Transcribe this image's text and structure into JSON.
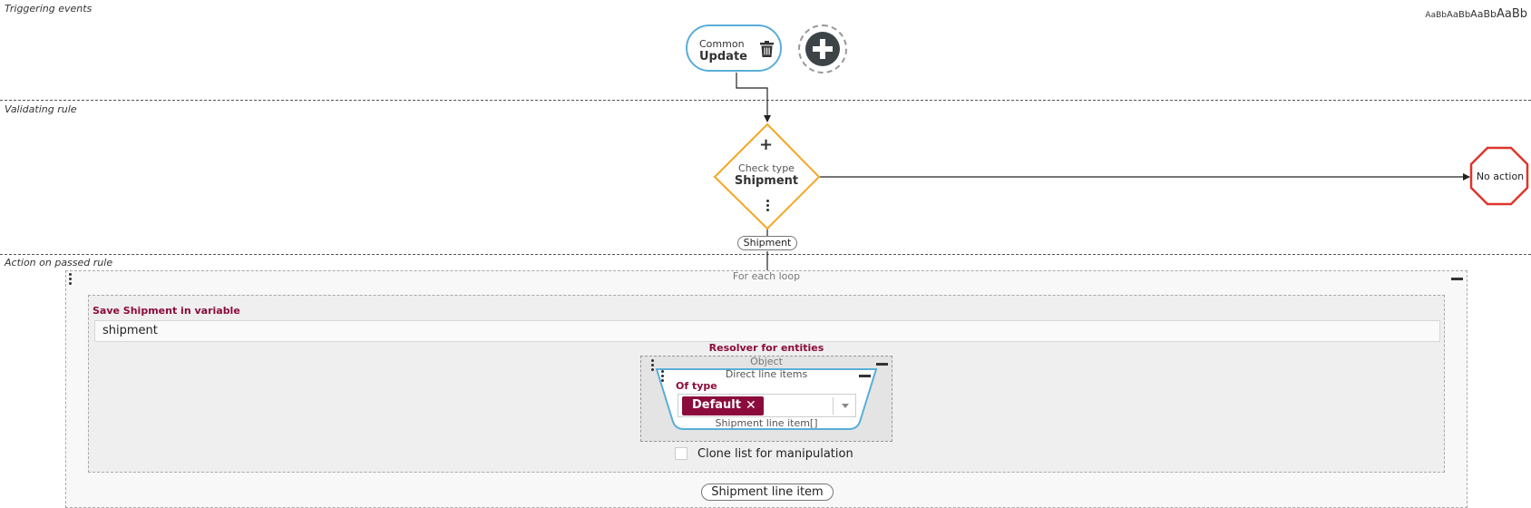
{
  "sections": {
    "triggering": "Triggering events",
    "validating": "Validating rule",
    "action": "Action on passed rule"
  },
  "font_size_samples": [
    "AaBb",
    "AaBb",
    "AaBb",
    "AaBb"
  ],
  "trigger_event": {
    "category": "Common",
    "name": "Update",
    "icon": "trash-icon"
  },
  "add_trigger": {
    "icon": "plus-circle-icon"
  },
  "check_node": {
    "icon_add": "+",
    "label": "Check type",
    "type": "Shipment",
    "icon_menu": "vertical-dots-icon"
  },
  "check_output_label": "Shipment",
  "no_action": {
    "label": "No action",
    "color": "#e0352b"
  },
  "loop": {
    "title": "For each loop",
    "save_label": "Save Shipment in variable",
    "variable_value": "shipment",
    "resolver_label": "Resolver for entities",
    "object_label": "Object",
    "direct_label": "Direct line items",
    "of_type_label": "Of type",
    "selected_type": "Default",
    "result_type": "Shipment line item[]",
    "clone_label": "Clone list for manipulation",
    "clone_checked": false
  },
  "loop_output_label": "Shipment line item",
  "colors": {
    "accent_blue": "#5aaed8",
    "diamond_orange": "#f5a623",
    "maroon": "#8b0c3c",
    "stop_red": "#e0352b"
  }
}
